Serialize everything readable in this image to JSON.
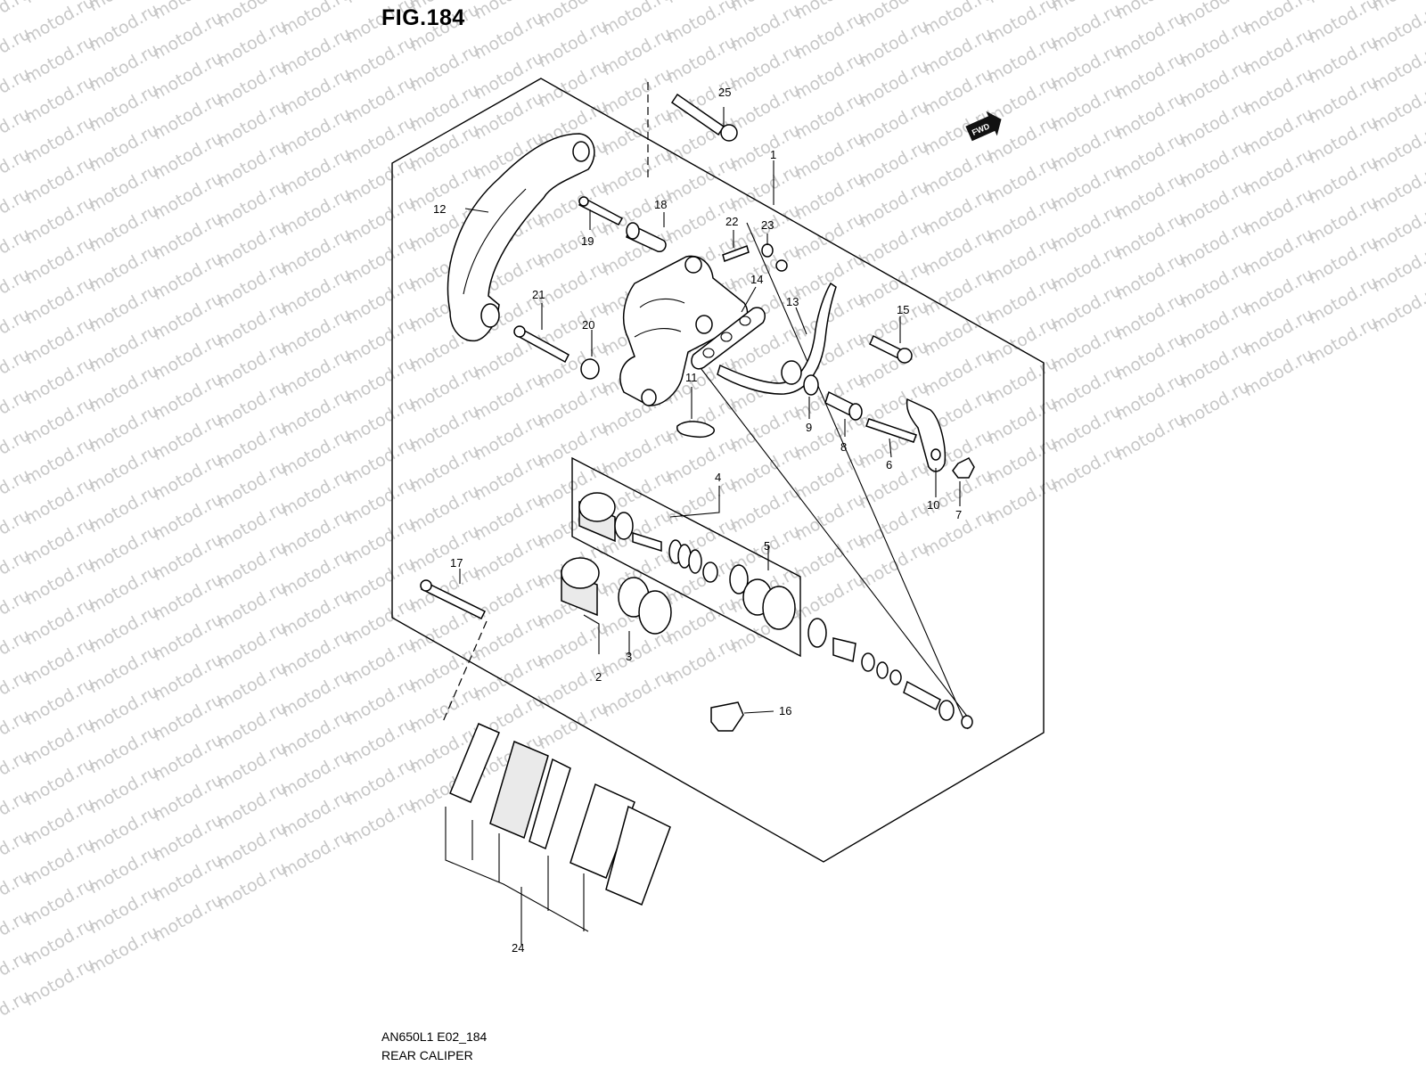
{
  "figure_title": "FIG.184",
  "footer": {
    "code": "AN650L1 E02_184",
    "name": "REAR CALIPER"
  },
  "watermark_text": "motod.ru",
  "fwd_badge": "FWD",
  "callouts": [
    "1",
    "2",
    "3",
    "4",
    "5",
    "6",
    "7",
    "8",
    "9",
    "10",
    "11",
    "12",
    "13",
    "14",
    "15",
    "16",
    "17",
    "18",
    "19",
    "20",
    "21",
    "22",
    "23",
    "24",
    "25"
  ]
}
